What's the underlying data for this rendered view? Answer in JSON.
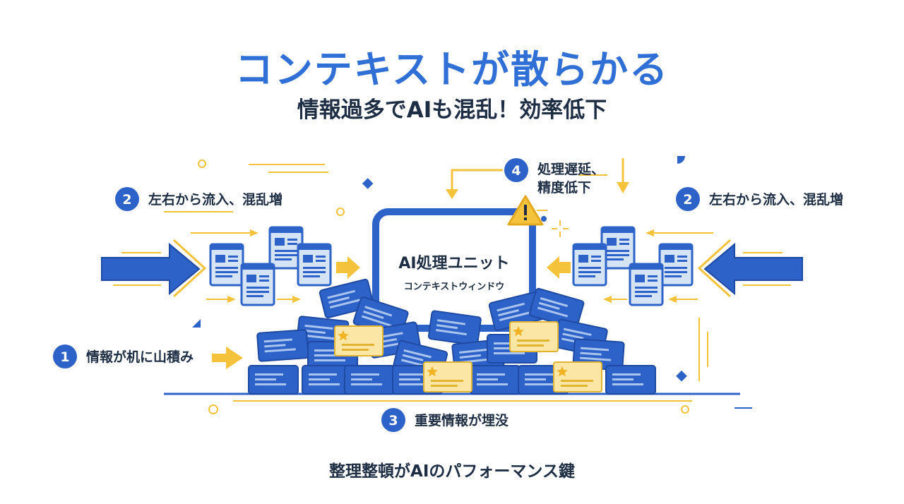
{
  "title": "コンテキストが散らかる",
  "subtitle": "情報過多でAIも混乱！効率低下",
  "center_unit": {
    "title": "AI処理ユニット",
    "subtitle": "コンテキストウィンドウ"
  },
  "steps": [
    {
      "number": "1",
      "label": "情報が机に山積み"
    },
    {
      "number": "2",
      "label": "左右から流入、混乱増"
    },
    {
      "number": "2",
      "label": "左右から流入、混乱増"
    },
    {
      "number": "3",
      "label": "重要情報が埋没"
    },
    {
      "number": "4",
      "label_line1": "処理遅延、",
      "label_line2": "精度低下"
    }
  ],
  "footer": "整理整頓がAIのパフォーマンス鍵",
  "colors": {
    "brand_blue": "#2f6fd6",
    "card_blue": "#2d63c8",
    "doc_light": "#d5e3f7",
    "accent_yellow": "#f5c33b",
    "highlight_card": "#fbe6a6",
    "text_dark": "#1d2d44"
  },
  "icons": [
    "warning-icon",
    "star-icon",
    "document-icon",
    "arrow-right-icon",
    "arrow-left-icon",
    "arrow-down-icon"
  ]
}
